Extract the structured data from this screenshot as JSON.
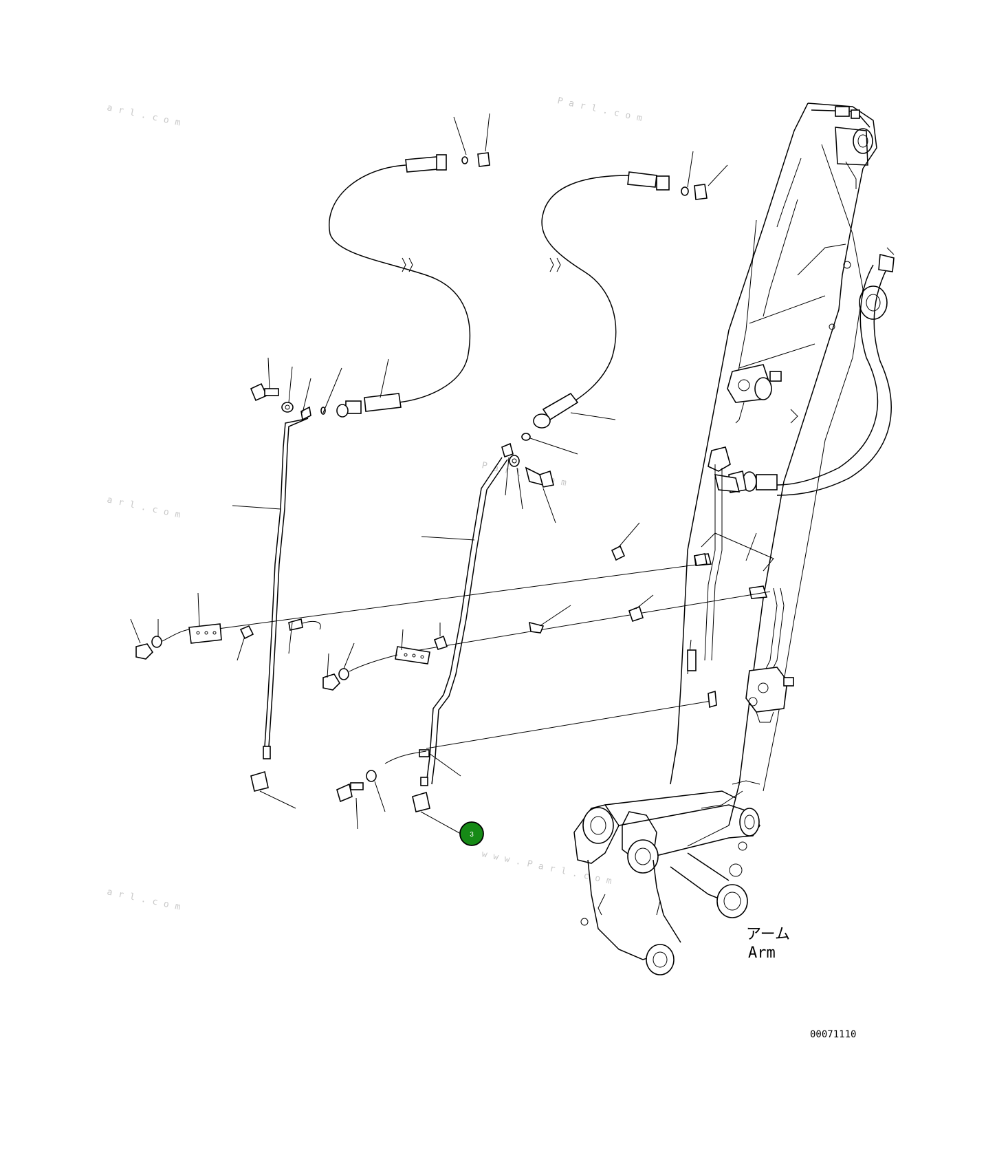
{
  "drawing": {
    "assembly_label_jp": "アーム",
    "assembly_label_en": "Arm",
    "drawing_code": "00071110"
  },
  "callouts": [
    {
      "id": "callout-3",
      "number": "3",
      "color": "#168a16"
    }
  ],
  "watermarks": {
    "text_1": "arl.com",
    "text_2": "Parl.com",
    "text_3": "arl.com",
    "text_4": "Parl.com",
    "text_5": "arl.com",
    "text_6": "www.Parl.com"
  }
}
